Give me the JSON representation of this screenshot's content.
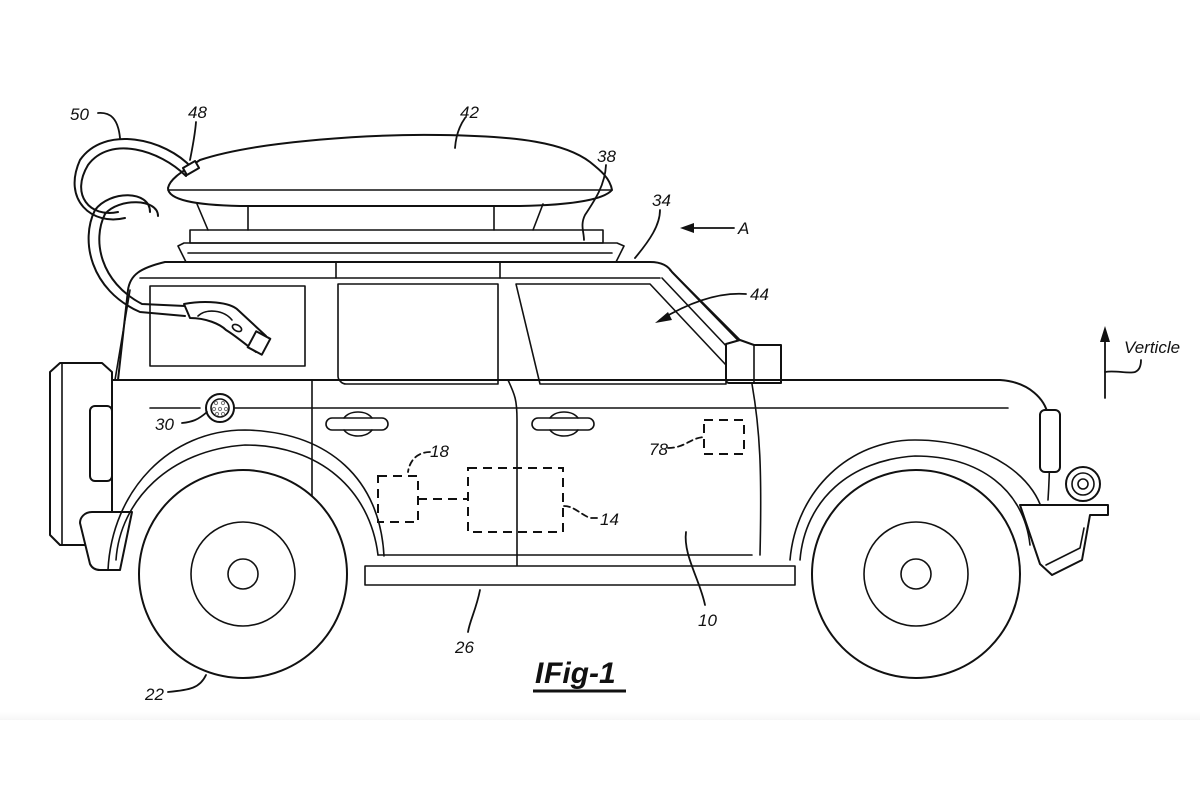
{
  "figure": {
    "title": "Fig-1",
    "title_prefix": "I",
    "direction_label": "Verticle",
    "view_arrow_label": "A"
  },
  "reference_numerals": {
    "vehicle": "10",
    "controller": "14",
    "battery": "18",
    "wheel": "22",
    "rocker": "26",
    "charge_port": "30",
    "roof": "34",
    "roof_rack": "38",
    "cargo_box": "42",
    "window": "44",
    "cable_port": "48",
    "charge_cable": "50",
    "module": "78"
  },
  "colors": {
    "line": "#111111",
    "background": "#ffffff"
  }
}
